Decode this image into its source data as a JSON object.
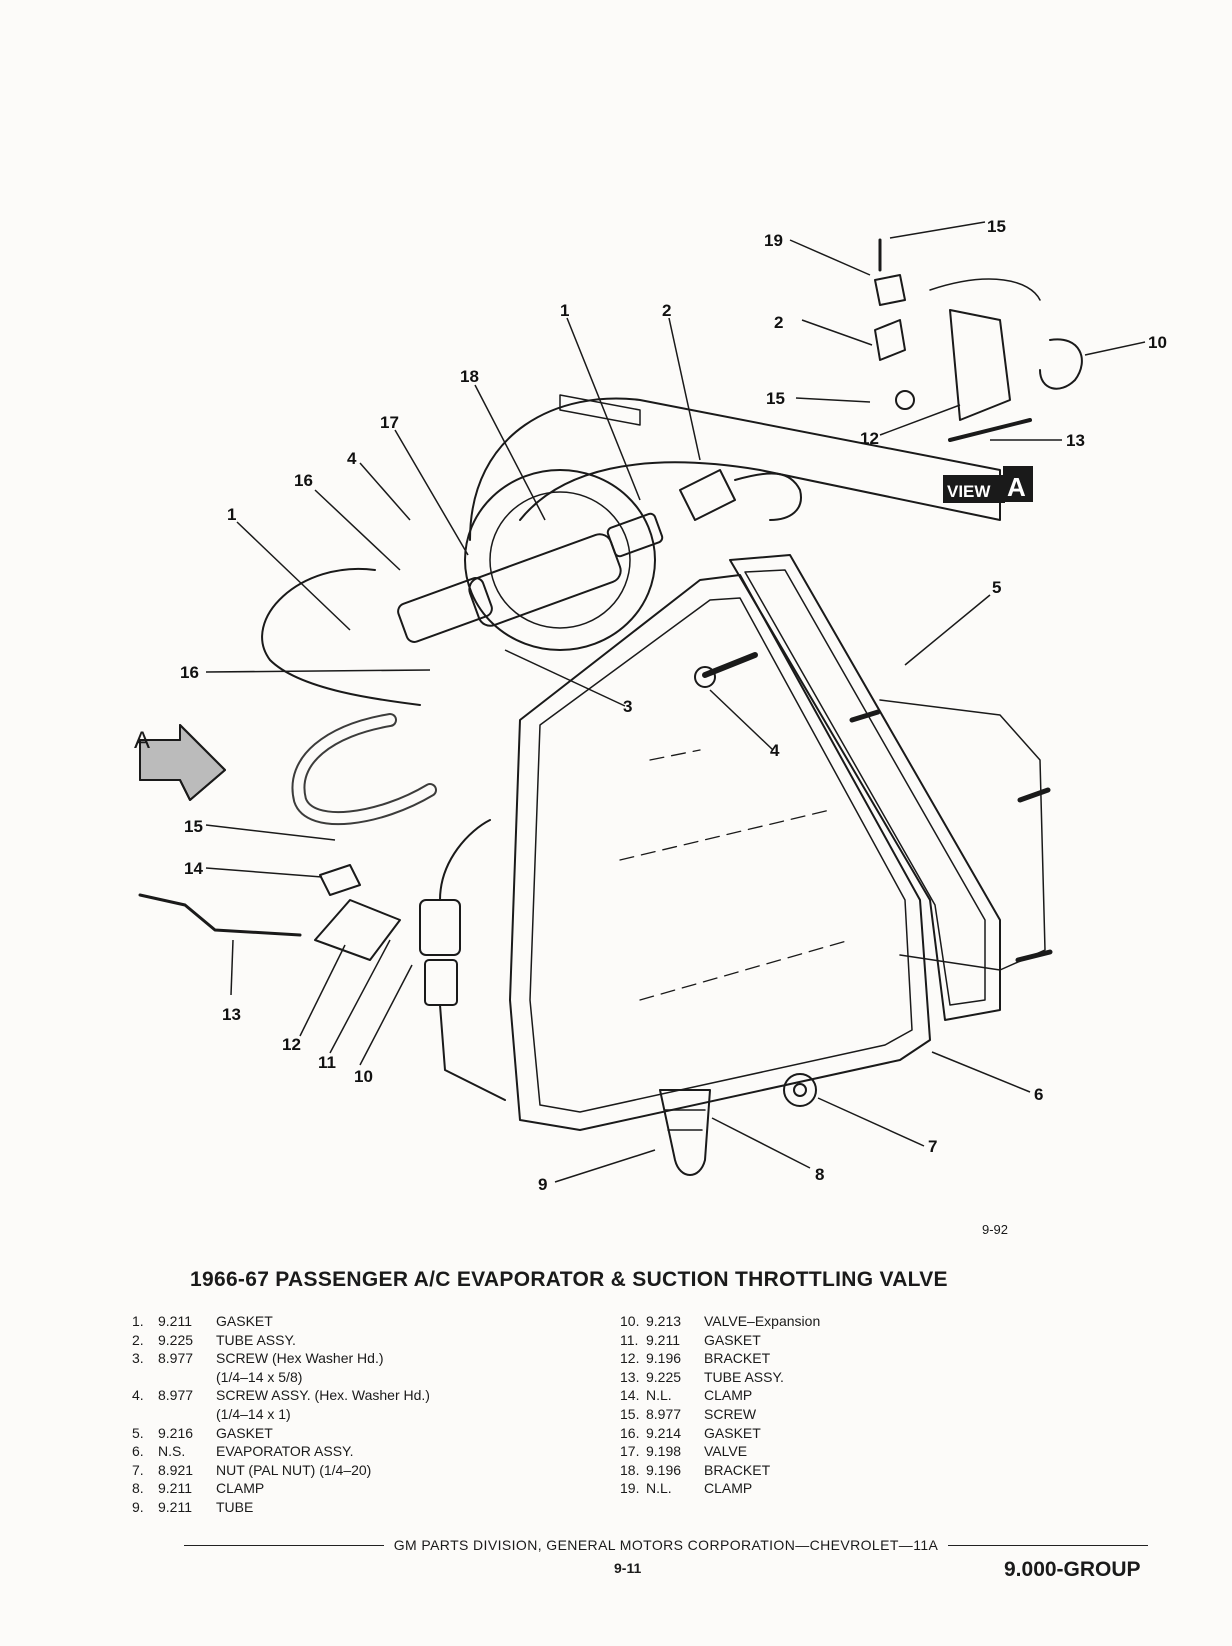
{
  "figure_number": "9-92",
  "title": "1966-67 PASSENGER A/C EVAPORATOR & SUCTION THROTTLING VALVE",
  "view_label": "VIEW",
  "view_letter": "A",
  "arrow_letter": "A",
  "callouts": {
    "c1a": "1",
    "c2a": "2",
    "c18": "18",
    "c17": "17",
    "c4a": "4",
    "c16a": "16",
    "c1b": "1",
    "c16b": "16",
    "c3": "3",
    "c5": "5",
    "c4b": "4",
    "c15a": "15",
    "c14": "14",
    "c13a": "13",
    "c12a": "12",
    "c11": "11",
    "c10a": "10",
    "c9": "9",
    "c8": "8",
    "c7": "7",
    "c6": "6",
    "c19": "19",
    "c15b": "15",
    "c2b": "2",
    "c10b": "10",
    "c15c": "15",
    "c12b": "12",
    "c13b": "13"
  },
  "parts_left": [
    {
      "num": "1.",
      "code": "9.211",
      "desc": "GASKET"
    },
    {
      "num": "2.",
      "code": "9.225",
      "desc": "TUBE ASSY."
    },
    {
      "num": "3.",
      "code": "8.977",
      "desc": "SCREW (Hex Washer Hd.)"
    },
    {
      "num": "",
      "code": "",
      "desc": "(1/4–14 x 5/8)"
    },
    {
      "num": "4.",
      "code": "8.977",
      "desc": "SCREW ASSY. (Hex. Washer Hd.)"
    },
    {
      "num": "",
      "code": "",
      "desc": "(1/4–14 x 1)"
    },
    {
      "num": "5.",
      "code": "9.216",
      "desc": "GASKET"
    },
    {
      "num": "6.",
      "code": "N.S.",
      "desc": "EVAPORATOR ASSY."
    },
    {
      "num": "7.",
      "code": "8.921",
      "desc": "NUT (PAL NUT) (1/4–20)"
    },
    {
      "num": "8.",
      "code": "9.211",
      "desc": "CLAMP"
    },
    {
      "num": "9.",
      "code": "9.211",
      "desc": "TUBE"
    }
  ],
  "parts_right": [
    {
      "num": "10.",
      "code": "9.213",
      "desc": "VALVE–Expansion"
    },
    {
      "num": "11.",
      "code": "9.211",
      "desc": "GASKET"
    },
    {
      "num": "12.",
      "code": "9.196",
      "desc": "BRACKET"
    },
    {
      "num": "13.",
      "code": "9.225",
      "desc": "TUBE ASSY."
    },
    {
      "num": "14.",
      "code": "N.L.",
      "desc": "CLAMP"
    },
    {
      "num": "15.",
      "code": "8.977",
      "desc": "SCREW"
    },
    {
      "num": "16.",
      "code": "9.214",
      "desc": "GASKET"
    },
    {
      "num": "17.",
      "code": "9.198",
      "desc": "VALVE"
    },
    {
      "num": "18.",
      "code": "9.196",
      "desc": "BRACKET"
    },
    {
      "num": "19.",
      "code": "N.L.",
      "desc": "CLAMP"
    }
  ],
  "footer_text": "GM PARTS DIVISION, GENERAL MOTORS CORPORATION—CHEVROLET—11A",
  "page_number": "9-11",
  "group_label": "9.000-GROUP",
  "colors": {
    "ink": "#1a1a1a",
    "paper": "#fcfbf9",
    "shading": "#9a9a9a"
  }
}
